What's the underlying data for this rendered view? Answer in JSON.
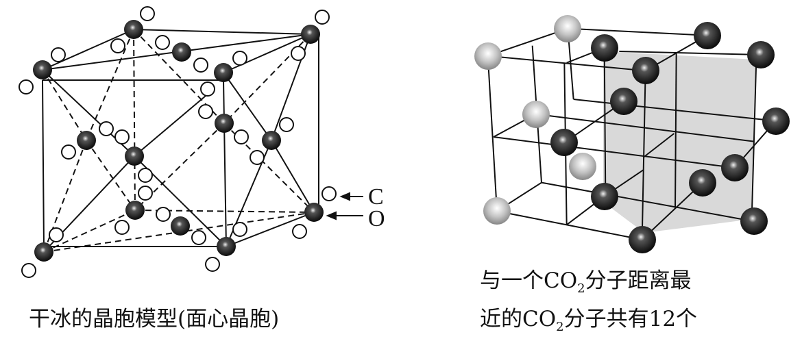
{
  "left_figure": {
    "caption": "干冰的晶胞模型(面心晶胞)",
    "label_c": "C",
    "label_o": "O"
  },
  "right_figure": {
    "caption_line1_pre": "与一个CO",
    "caption_line1_sub": "2",
    "caption_line1_post": "分子距离最",
    "caption_line2_pre": "近的CO",
    "caption_line2_sub": "2",
    "caption_line2_post": "分子共有12个"
  },
  "colors": {
    "black_sphere": "#111111",
    "gray_sphere": "#b5b5b5",
    "shaded_plane": "#d9d9d9"
  }
}
